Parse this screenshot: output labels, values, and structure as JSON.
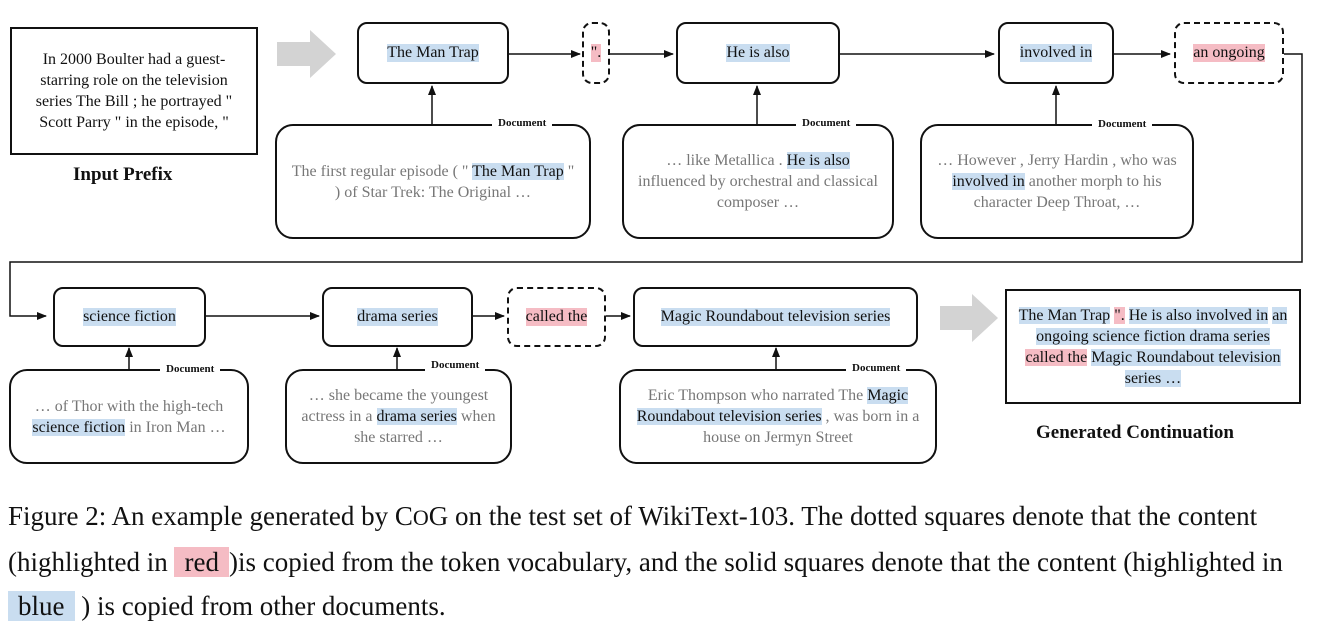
{
  "input_prefix": {
    "text": "In 2000 Boulter had a guest-starring role on the television series The Bill ; he portrayed \" Scott Parry \" in the episode, \"",
    "label": "Input Prefix"
  },
  "doc_label": "Document",
  "tokens": [
    {
      "text": "The Man Trap",
      "source": "blue"
    },
    {
      "text": "\".",
      "source": "red"
    },
    {
      "text": "He is also",
      "source": "blue"
    },
    {
      "text": "involved in",
      "source": "blue"
    },
    {
      "text": "an ongoing",
      "source": "red"
    },
    {
      "text": "science fiction",
      "source": "blue"
    },
    {
      "text": "drama series",
      "source": "blue"
    },
    {
      "text": "called the",
      "source": "red"
    },
    {
      "text": "Magic Roundabout television series",
      "source": "blue"
    }
  ],
  "documents": [
    {
      "before": "The first regular episode ( \" ",
      "highlight": "The Man Trap",
      "after": " \" ) of Star Trek: The Original …"
    },
    {
      "before": "… like Metallica . ",
      "highlight": "He is also",
      "after": " influenced by orchestral and classical composer …"
    },
    {
      "before": "… However , Jerry Hardin , who was ",
      "highlight": "involved in",
      "after": " another morph to his character Deep Throat, …"
    },
    {
      "before": "… of Thor with the high-tech ",
      "highlight": "science fiction",
      "after": " in Iron Man …"
    },
    {
      "before": "… she became the youngest actress in a ",
      "highlight": "drama series",
      "after": " when she starred …"
    },
    {
      "before": "Eric Thompson who narrated The ",
      "highlight": "Magic Roundabout television series",
      "after": " , was born in a house on Jermyn Street"
    }
  ],
  "generated": {
    "seg1": "The Man Trap",
    "seg2": "\".",
    "seg3": "He is also involved in",
    "seg4": "an ongoing science fiction drama series",
    "seg5": "called the",
    "seg6": "Magic Roundabout television series …",
    "label": "Generated Continuation"
  },
  "caption": {
    "prefix": "Figure 2: An example generated by ",
    "model_c": "C",
    "model_o": "O",
    "model_g": "G",
    "line1_rest": " on the test set of WikiText-103. The dotted squares denote that the content (highlighted in ",
    "red_word": "red",
    "middle": ")is copied from the token vocabulary, and the solid squares denote that the content (highlighted in ",
    "blue_word": "blue",
    "end": ") is copied from other documents."
  },
  "colors": {
    "blue_highlight": "#c9ddf0",
    "red_highlight": "#f5bcc4",
    "arrow_gray": "#d3d3d3"
  }
}
